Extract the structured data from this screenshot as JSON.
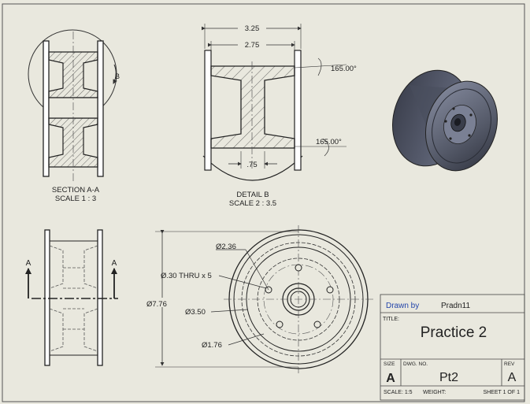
{
  "views": {
    "section": {
      "title": "SECTION A-A",
      "scale": "SCALE 1 : 3",
      "detail_letter": "B"
    },
    "detail": {
      "title": "DETAIL B",
      "scale": "SCALE 2 : 3.5",
      "dims": {
        "outer_width": "3.25",
        "inner_width": "2.75",
        "angle_top": "165.00°",
        "angle_bottom": "165.00°",
        "hub_width": ".75"
      }
    },
    "side": {
      "section_label_left": "A",
      "section_label_right": "A"
    },
    "front": {
      "dims": {
        "bolt_circle": "Ø2.36",
        "holes": "Ø.30 THRU x 5",
        "outer_dia": "Ø7.76",
        "flange_dia": "Ø3.50",
        "hub_dia": "Ø1.76"
      }
    }
  },
  "title_block": {
    "drawn_by_label": "Drawn by",
    "drawn_by_value": "Pradn11",
    "title_label": "TITLE:",
    "title_value": "Practice 2",
    "size_label": "SIZE",
    "size_value": "A",
    "dwg_no_label": "DWG. NO.",
    "dwg_no_value": "Pt2",
    "rev_label": "REV",
    "rev_value": "A",
    "scale_text": "SCALE: 1:5",
    "weight_text": "WEIGHT:",
    "sheet_text": "SHEET 1 OF 1"
  },
  "colors": {
    "background": "#e9e8de",
    "line": "#222222",
    "drawn_by_label": "#2244aa",
    "model": "#5a5f6e"
  }
}
